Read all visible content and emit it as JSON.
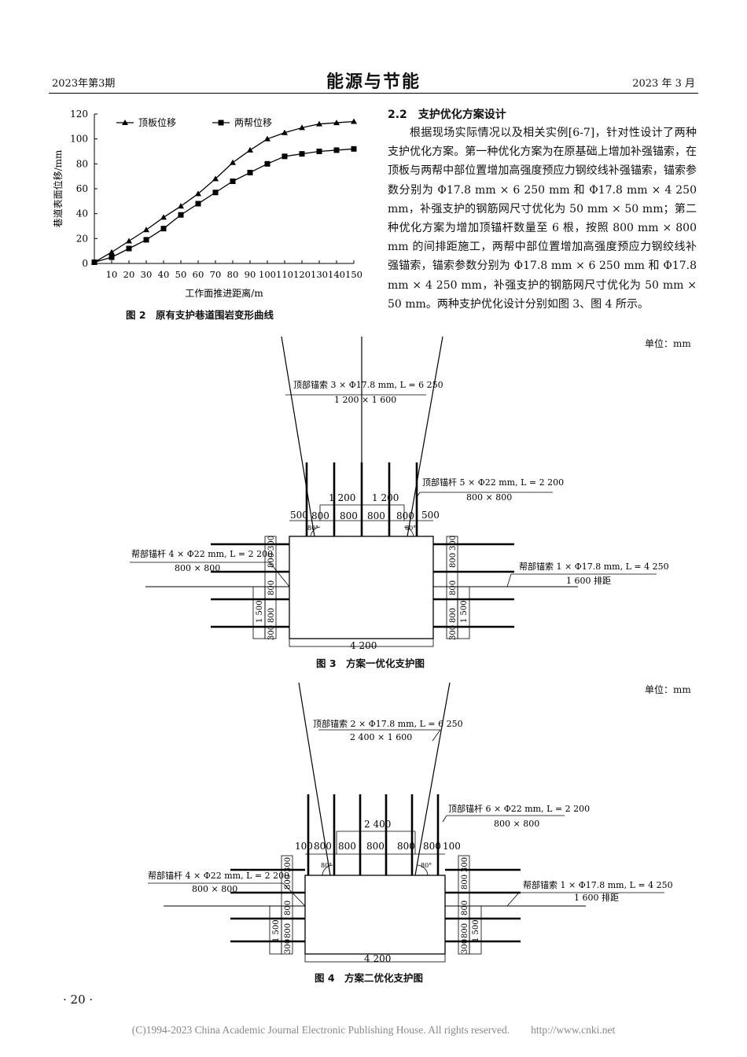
{
  "header": {
    "left": "2023年第3期",
    "center": "能源与节能",
    "right": "2023 年 3 月"
  },
  "section": {
    "title": "2.2　支护优化方案设计",
    "body": "根据现场实际情况以及相关实例[6-7]，针对性设计了两种支护优化方案。第一种优化方案为在原基础上增加补强锚索，在顶板与两帮中部位置增加高强度预应力钢绞线补强锚索，锚索参数分别为 Φ17.8 mm × 6 250 mm 和 Φ17.8 mm × 4 250 mm，补强支护的钢筋网尺寸优化为 50 mm × 50 mm；第二种优化方案为增加顶锚杆数量至 6 根，按照 800 mm × 800 mm 的间排距施工，两帮中部位置增加高强度预应力钢绞线补强锚索，锚索参数分别为 Φ17.8 mm × 6 250 mm 和 Φ17.8 mm × 4 250 mm，补强支护的钢筋网尺寸优化为 50 mm × 50 mm。两种支护优化设计分别如图 3、图 4 所示。"
  },
  "chart_data": {
    "type": "line",
    "title": "",
    "xlabel": "工作面推进距离/m",
    "ylabel": "巷道表面位移/mm",
    "xlim": [
      0,
      150
    ],
    "ylim": [
      0,
      120
    ],
    "x_ticks": [
      "10",
      "20",
      "30",
      "40",
      "50",
      "60",
      "70",
      "80",
      "90",
      "100",
      "110",
      "120",
      "130",
      "140",
      "150"
    ],
    "y_ticks": [
      "0",
      "20",
      "40",
      "60",
      "80",
      "100",
      "120"
    ],
    "legend_position": "top-left",
    "x": [
      0,
      10,
      20,
      30,
      40,
      50,
      60,
      70,
      80,
      90,
      100,
      110,
      120,
      130,
      140,
      150
    ],
    "series": [
      {
        "name": "顶板位移",
        "marker": "triangle",
        "values": [
          1,
          9,
          18,
          27,
          37,
          46,
          56,
          68,
          81,
          91,
          100,
          105,
          109,
          112,
          113,
          114
        ]
      },
      {
        "name": "两帮位移",
        "marker": "square",
        "values": [
          1,
          5,
          12,
          19,
          28,
          39,
          48,
          57,
          66,
          73,
          80,
          86,
          88,
          90,
          91,
          92
        ]
      }
    ],
    "grid": false
  },
  "captions": {
    "fig2": "图 2　原有支护巷道围岩变形曲线",
    "fig3": "图 3　方案一优化支护图",
    "fig4": "图 4　方案二优化支护图"
  },
  "fig3": {
    "unit": "单位：mm",
    "top_cable": "顶部锚索 3 × Φ17.8 mm, L = 6 250",
    "top_cable_spacing": "1 200 × 1 600",
    "top_bolt": "顶部锚杆 5 × Φ22 mm, L = 2 200",
    "top_bolt_spacing": "800 × 800",
    "side_bolt": "帮部锚杆 4 × Φ22 mm, L = 2 200",
    "side_bolt_spacing": "800 × 800",
    "side_cable": "帮部锚索 1 × Φ17.8 mm, L = 4 250",
    "side_cable_spacing": "1 600 排距",
    "dim_top": [
      "500",
      "800",
      "800",
      "800",
      "800",
      "500"
    ],
    "dim_cable": [
      "1 200",
      "1 200"
    ],
    "angle": "80°",
    "dim_side": [
      "300",
      "800",
      "800",
      "800",
      "300"
    ],
    "dim_side_total": "1 500",
    "width": "4 200"
  },
  "fig4": {
    "unit": "单位：mm",
    "top_cable": "顶部锚索 2 × Φ17.8 mm, L = 6 250",
    "top_cable_spacing": "2 400 × 1 600",
    "top_bolt": "顶部锚杆 6 × Φ22 mm, L = 2 200",
    "top_bolt_spacing": "800 × 800",
    "side_bolt": "帮部锚杆 4 × Φ22 mm, L = 2 200",
    "side_bolt_spacing": "800 × 800",
    "side_cable": "帮部锚索 1 × Φ17.8 mm, L = 4 250",
    "side_cable_spacing": "1 600 排距",
    "dim_top": [
      "100",
      "800",
      "800",
      "800",
      "800",
      "800",
      "100"
    ],
    "dim_cable": [
      "2 400"
    ],
    "angle": "80°",
    "dim_side": [
      "300",
      "800",
      "800",
      "800",
      "300"
    ],
    "dim_side_total": "1 500",
    "width": "4 200"
  },
  "page_number": "· 20 ·",
  "footer": "(C)1994-2023 China Academic Journal Electronic Publishing House. All rights reserved.　　http://www.cnki.net"
}
